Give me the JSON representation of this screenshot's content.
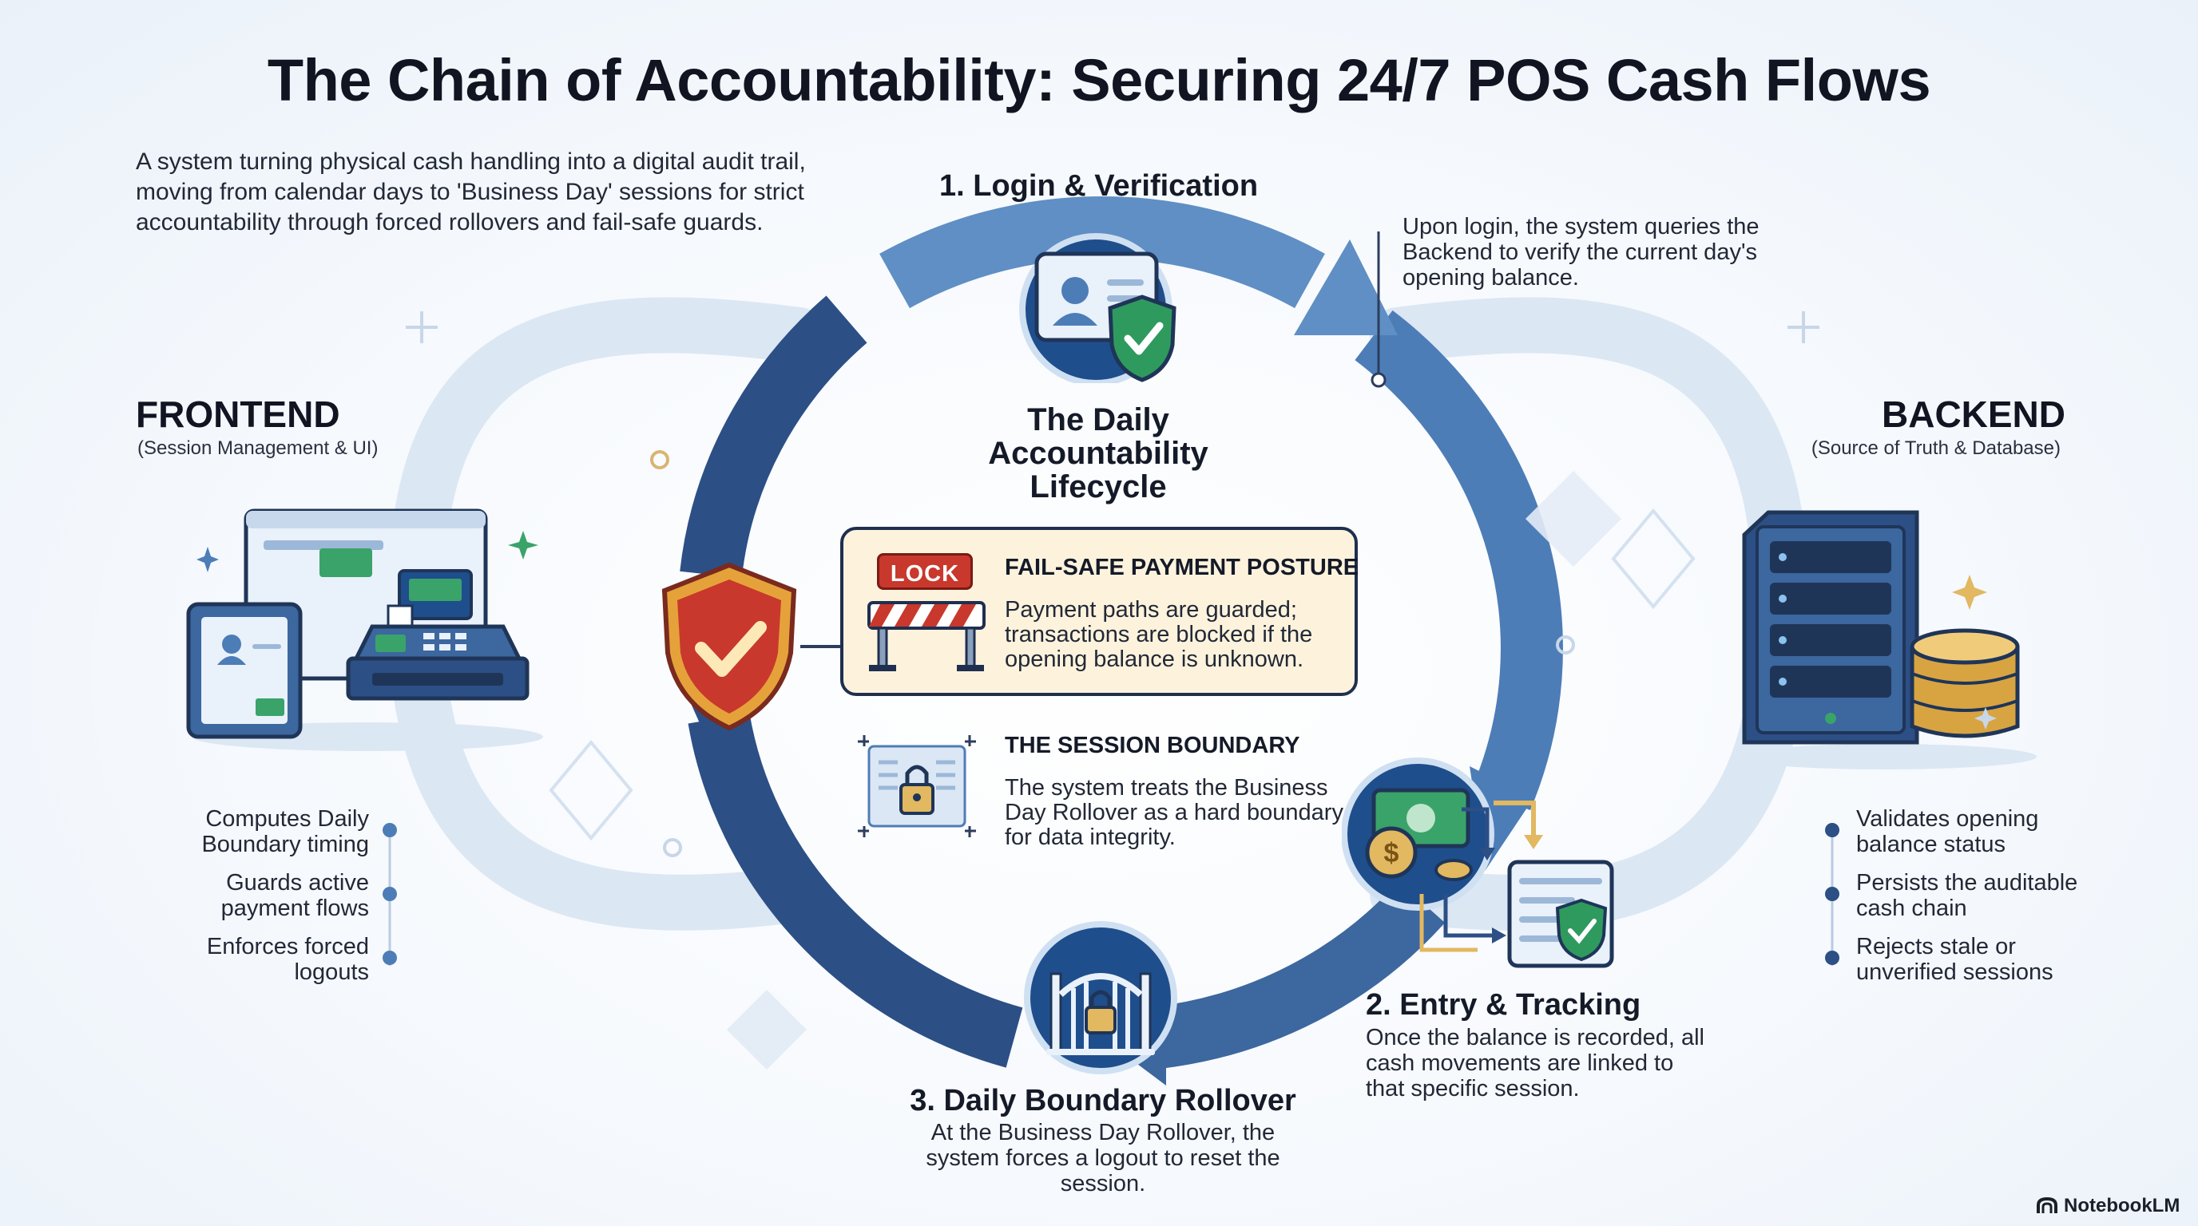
{
  "title": "The Chain of Accountability: Securing 24/7 POS Cash Flows",
  "intro": "A system turning physical cash handling into a digital audit trail, moving from calendar days to 'Business Day' sessions for strict accountability through forced rollovers and fail-safe guards.",
  "frontend": {
    "title": "FRONTEND",
    "subtitle": "(Session Management & UI)",
    "bullets": [
      "Computes Daily Boundary timing",
      "Guards active payment flows",
      "Enforces forced logouts"
    ]
  },
  "backend": {
    "title": "BACKEND",
    "subtitle": "(Source of Truth & Database)",
    "bullets": [
      "Validates opening balance status",
      "Persists the auditable cash chain",
      "Rejects stale or unverified sessions"
    ]
  },
  "steps": [
    {
      "title": "1. Login & Verification",
      "desc": "Upon login, the system queries the Backend to verify the current day's opening balance."
    },
    {
      "title": "2. Entry & Tracking",
      "desc": "Once the balance is recorded, all cash movements are linked to that specific session."
    },
    {
      "title": "3. Daily Boundary Rollover",
      "desc": "At the Business Day Rollover, the system forces a logout to reset the session."
    }
  ],
  "center": {
    "title": "The Daily Accountability Lifecycle",
    "failsafe": {
      "badge": "LOCK",
      "title": "FAIL-SAFE PAYMENT POSTURE",
      "desc": "Payment paths are guarded; transactions are blocked if the opening balance is unknown."
    },
    "session": {
      "title": "THE SESSION BOUNDARY",
      "desc": "The system treats the Business Day Rollover as a hard boundary for data integrity."
    }
  },
  "brand": "NotebookLM",
  "colors": {
    "ring_light": "#5f8fc4",
    "ring_dark": "#2c4f85",
    "panel_fill": "#fdf3dd",
    "shield_red": "#c9382c",
    "accent_gold": "#e2b860"
  },
  "icons": [
    "id-card-shield-icon",
    "cash-register-icon",
    "server-database-icon",
    "shield-check-icon",
    "lock-barrier-icon",
    "padlock-boundary-icon",
    "cash-ledger-icon",
    "gate-lock-icon",
    "notebooklm-logo-icon"
  ]
}
